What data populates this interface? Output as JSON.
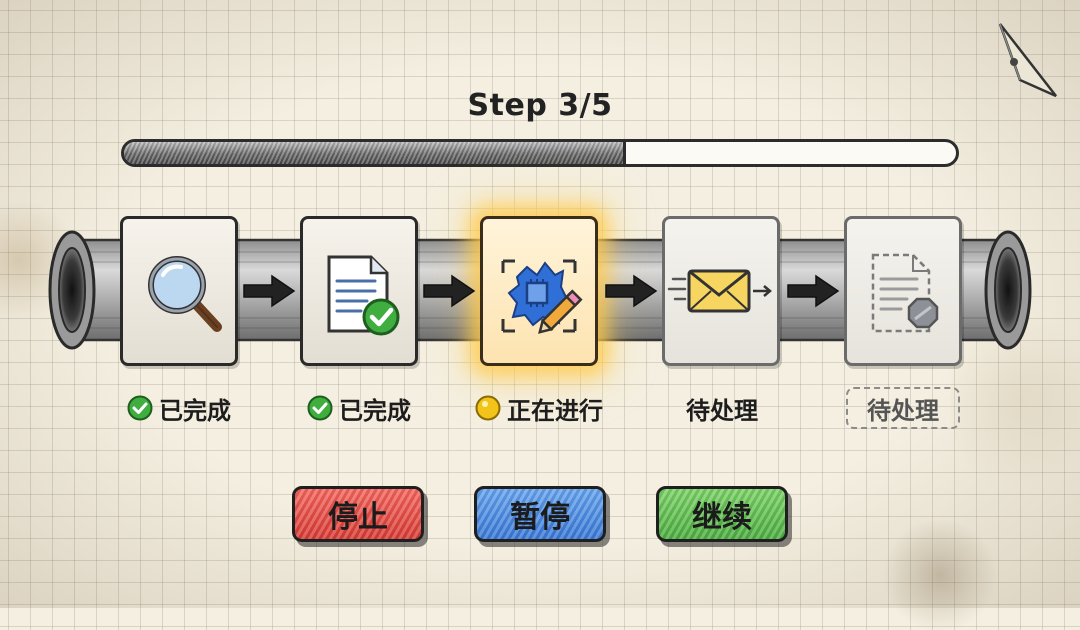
{
  "header": {
    "title": "Step 3/5"
  },
  "progress": {
    "value": 0.6
  },
  "steps": [
    {
      "icon": "magnifier-icon",
      "status": "已完成",
      "state": "done"
    },
    {
      "icon": "document-check-icon",
      "status": "已完成",
      "state": "done"
    },
    {
      "icon": "chip-pencil-icon",
      "status": "正在进行",
      "state": "active"
    },
    {
      "icon": "envelope-icon",
      "status": "待处理",
      "state": "pending"
    },
    {
      "icon": "document-pending-icon",
      "status": "待处理",
      "state": "pending-dashed"
    }
  ],
  "controls": {
    "stop_label": "停止",
    "pause_label": "暂停",
    "continue_label": "继续"
  },
  "colors": {
    "done": "#3fae3f",
    "active": "#f2c318",
    "stop": "#e04b44",
    "pause": "#4a86db",
    "continue": "#5cbb4b"
  }
}
